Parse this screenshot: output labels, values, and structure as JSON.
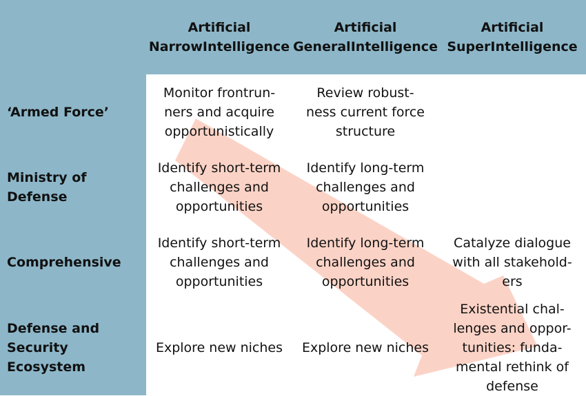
{
  "columns": [
    [
      "Artificial Narrow",
      "Intelligence"
    ],
    [
      "Artificial General",
      "Intelligence"
    ],
    [
      "Artificial Super",
      "Intelligence"
    ]
  ],
  "rows": [
    {
      "label": [
        "‘Armed Force’"
      ],
      "cells": [
        [
          "Monitor frontrun-",
          "ners and acquire",
          "opportunistically"
        ],
        [
          "Review robust-",
          "ness current force",
          "structure"
        ],
        []
      ]
    },
    {
      "label": [
        "Ministry of Defense"
      ],
      "cells": [
        [
          "Identify short-term",
          "challenges and",
          "opportunities"
        ],
        [
          "Identify long-term",
          "challenges and",
          "opportunities"
        ],
        []
      ]
    },
    {
      "label": [
        "Comprehensive"
      ],
      "cells": [
        [
          "Identify short-term",
          "challenges and",
          "opportunities"
        ],
        [
          "Identify long-term",
          "challenges and",
          "opportunities"
        ],
        [
          "Catalyze dialogue",
          "with all stakehold-",
          "ers"
        ]
      ]
    },
    {
      "label": [
        "Defense and",
        "Security Ecosystem"
      ],
      "cells": [
        [
          "Explore new niches"
        ],
        [
          "Explore new niches"
        ],
        [
          "Existential chal-",
          "lenges and oppor-",
          "tunities: funda-",
          "mental rethink of",
          "defense"
        ]
      ]
    }
  ],
  "colors": {
    "header_bg": "#8db7c9",
    "arrow_fill": "#fbd3c6",
    "cell_bg": "#ffffff",
    "text": "#111111"
  }
}
